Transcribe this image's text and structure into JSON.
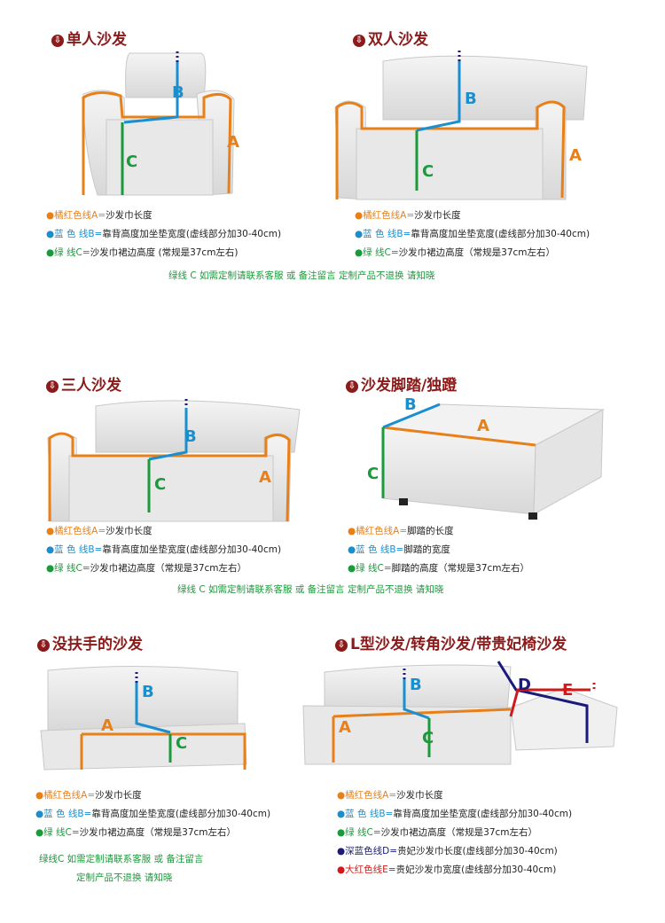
{
  "colors": {
    "orange": "#e8801a",
    "blue": "#1a8fd0",
    "green": "#1a9a3a",
    "navy": "#1a1a7a",
    "red": "#d01a1a",
    "title": "#8b1a1a"
  },
  "panels": {
    "single": {
      "title": "单人沙发",
      "lines": [
        {
          "marker": "●",
          "label": "橘红色线A=",
          "text": "沙发巾长度"
        },
        {
          "marker": "●",
          "label": "蓝  色  线B=",
          "text": "靠背高度加坐垫宽度(虚线部分加30-40cm)"
        },
        {
          "marker": "●",
          "label": "绿       线C=",
          "text": "沙发巾裙边高度 (常规是37cm左右)"
        }
      ]
    },
    "double": {
      "title": "双人沙发",
      "lines": [
        {
          "marker": "●",
          "label": "橘红色线A=",
          "text": "沙发巾长度"
        },
        {
          "marker": "●",
          "label": "蓝  色  线B=",
          "text": "靠背高度加坐垫宽度(虚线部分加30-40cm)"
        },
        {
          "marker": "●",
          "label": "绿       线C=",
          "text": "沙发巾裙边高度（常规是37cm左右）"
        }
      ]
    },
    "note1": "绿线 C 如需定制请联系客服 或 备注留言 定制产品不退换 请知晓",
    "triple": {
      "title": "三人沙发",
      "lines": [
        {
          "marker": "●",
          "label": "橘红色线A=",
          "text": "沙发巾长度"
        },
        {
          "marker": "●",
          "label": "蓝  色  线B=",
          "text": "靠背高度加坐垫宽度(虚线部分加30-40cm)"
        },
        {
          "marker": "●",
          "label": "绿       线C=",
          "text": "沙发巾裙边高度（常规是37cm左右）"
        }
      ]
    },
    "ottoman": {
      "title": "沙发脚踏/独蹬",
      "lines": [
        {
          "marker": "●",
          "label": "橘红色线A=",
          "text": "脚踏的长度"
        },
        {
          "marker": "●",
          "label": "蓝  色  线B=",
          "text": "脚踏的宽度"
        },
        {
          "marker": "●",
          "label": "绿       线C=",
          "text": "脚踏的高度（常规是37cm左右）"
        }
      ]
    },
    "note2": "绿线 C 如需定制请联系客服 或 备注留言 定制产品不退换 请知晓",
    "armless": {
      "title": "没扶手的沙发",
      "lines": [
        {
          "marker": "●",
          "label": "橘红色线A=",
          "text": "沙发巾长度"
        },
        {
          "marker": "●",
          "label": "蓝  色  线B=",
          "text": "靠背高度加坐垫宽度(虚线部分加30-40cm)"
        },
        {
          "marker": "●",
          "label": "绿       线C=",
          "text": "沙发巾裙边高度（常规是37cm左右）"
        }
      ],
      "note_a": "绿线C  如需定制请联系客服 或 备注留言",
      "note_b": "定制产品不退换 请知晓"
    },
    "lshape": {
      "title": "L型沙发/转角沙发/带贵妃椅沙发",
      "lines": [
        {
          "marker": "●",
          "label": "橘红色线A=",
          "text": "沙发巾长度"
        },
        {
          "marker": "●",
          "label": "蓝  色  线B=",
          "text": "靠背高度加坐垫宽度(虚线部分加30-40cm)"
        },
        {
          "marker": "●",
          "label": "绿       线C=",
          "text": "沙发巾裙边高度（常规是37cm左右）"
        },
        {
          "marker": "●",
          "label": "深蓝色线D=",
          "text": "贵妃沙发巾长度(虚线部分加30-40cm)"
        },
        {
          "marker": "●",
          "label": "大红色线E=",
          "text": "贵妃沙发巾宽度(虚线部分加30-40cm)"
        }
      ]
    },
    "letters": {
      "a": "A",
      "b": "B",
      "c": "C",
      "d": "D",
      "e": "E"
    },
    "arrow_glyph": "⇩"
  }
}
